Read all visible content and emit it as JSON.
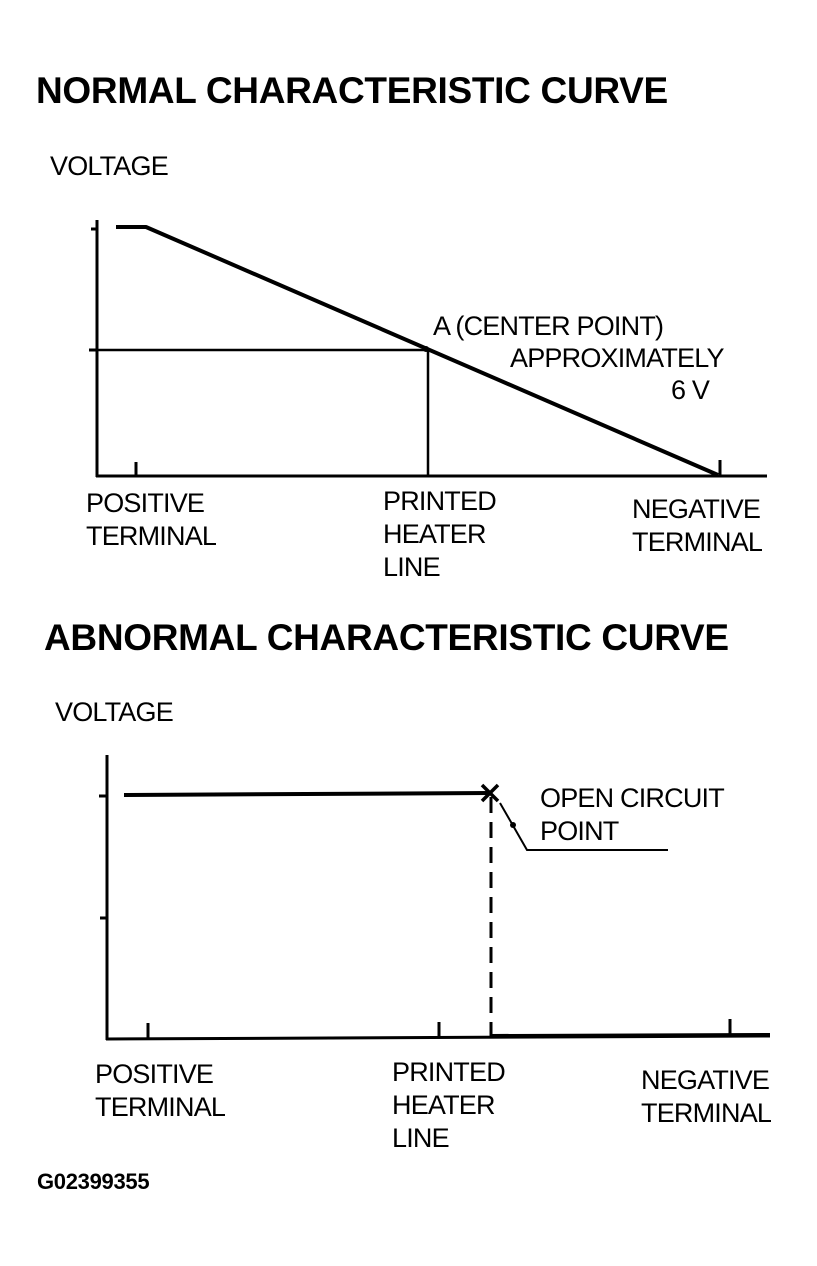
{
  "normal": {
    "title": "NORMAL CHARACTERISTIC CURVE",
    "y_axis_label": "VOLTAGE",
    "center_point": {
      "line1": "A (CENTER POINT)",
      "line2": "APPROXIMATELY",
      "line3": "6 V"
    },
    "x_labels": {
      "positive": [
        "POSITIVE",
        "TERMINAL"
      ],
      "heater": [
        "PRINTED",
        "HEATER",
        "LINE"
      ],
      "negative": [
        "NEGATIVE",
        "TERMINAL"
      ]
    }
  },
  "abnormal": {
    "title": "ABNORMAL CHARACTERISTIC CURVE",
    "y_axis_label": "VOLTAGE",
    "open_circuit": [
      "OPEN CIRCUIT",
      "POINT"
    ],
    "x_labels": {
      "positive": [
        "POSITIVE",
        "TERMINAL"
      ],
      "heater": [
        "PRINTED",
        "HEATER",
        "LINE"
      ],
      "negative": [
        "NEGATIVE",
        "TERMINAL"
      ]
    }
  },
  "figure_code": "G02399355",
  "colors": {
    "line": "#000000",
    "background": "#ffffff"
  }
}
